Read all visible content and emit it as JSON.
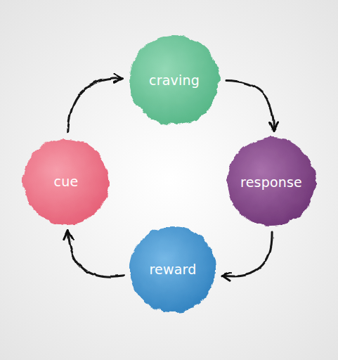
{
  "diagram": {
    "nodes": [
      {
        "text": [
          "craving"
        ]
      },
      {
        "text": [
          "response"
        ]
      },
      {
        "text": [
          "reward"
        ]
      },
      {
        "text": [
          "cue"
        ]
      }
    ],
    "edges": [
      {
        "from": 3,
        "to": 0,
        "arrow": "to"
      },
      {
        "from": 0,
        "to": 1,
        "arrow": "to"
      },
      {
        "from": 1,
        "to": 2,
        "arrow": "to"
      },
      {
        "from": 2,
        "to": 3,
        "arrow": "to"
      }
    ]
  }
}
